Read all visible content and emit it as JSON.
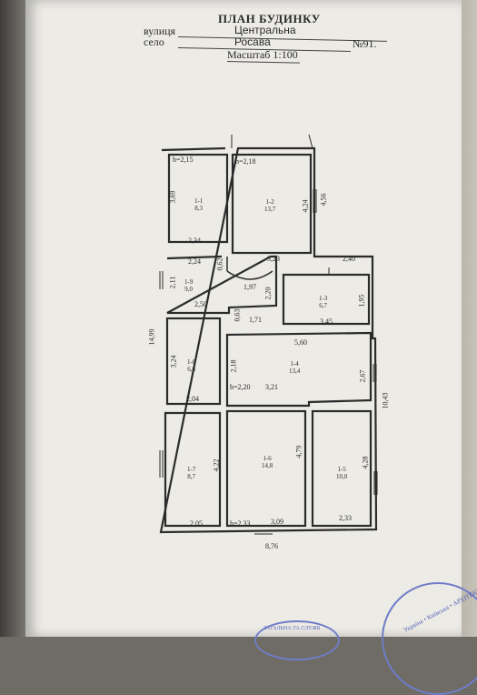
{
  "header": {
    "title": "ПЛАН БУДИНКУ",
    "street_label": "вулиця",
    "street_value": "Центральна",
    "village_label": "село",
    "village_value": "Росава",
    "number_label": "№91.",
    "scale_label": "Масштаб 1:100"
  },
  "rooms": [
    {
      "id": "1-1",
      "area": "8,3",
      "height": "h=2,15"
    },
    {
      "id": "1-2",
      "area": "13,7",
      "height": "h=2,18"
    },
    {
      "id": "1-3",
      "area": "6,7",
      "height": ""
    },
    {
      "id": "1-4",
      "area": "13,4",
      "height": "h=2,20"
    },
    {
      "id": "1-5",
      "area": "10,0",
      "height": ""
    },
    {
      "id": "1-6",
      "area": "14,8",
      "height": "h=2,33"
    },
    {
      "id": "1-7",
      "area": "8,7",
      "height": ""
    },
    {
      "id": "1-8",
      "area": "6,6",
      "height": ""
    },
    {
      "id": "1-9",
      "area": "9,0",
      "height": ""
    }
  ],
  "dimensions": {
    "d_369": "3,69",
    "d_234": "2,34",
    "d_224": "2,24",
    "d_062": "0,62",
    "d_197": "1,97",
    "d_323": "3,23",
    "d_240": "2,40",
    "d_456": "4,56",
    "d_424": "4,24",
    "d_211": "2,11",
    "d_220": "2,20",
    "d_195": "1,95",
    "d_250": "2,50",
    "d_063": "0,63",
    "d_171": "1,71",
    "d_345": "3,45",
    "d_1499": "14,99",
    "d_324": "3,24",
    "d_560": "5,60",
    "d_218": "2,18",
    "d_267": "2,67",
    "d_321": "3,21",
    "d_1043": "10,43",
    "d_204": "2,04",
    "d_479": "4,79",
    "d_428": "4,28",
    "d_422": "4,22",
    "d_205": "2,05",
    "d_309": "3,09",
    "d_233": "2,33",
    "d_876": "8,76"
  },
  "stamps": {
    "right_text": "Україна • Київська • АРХІТЕКТУРНО-",
    "center_text": "ЗАГАЛЬНА ТА СЛУЖБ"
  },
  "colors": {
    "paper": "#ecebe6",
    "ink": "#2b2b2b",
    "stamp": "#6f7dc7"
  }
}
